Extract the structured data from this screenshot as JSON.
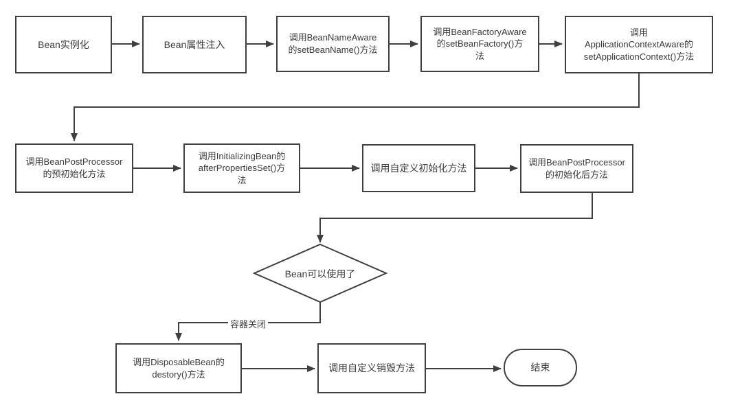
{
  "diagram": {
    "type": "flowchart",
    "topic": "Spring Bean lifecycle",
    "nodes": {
      "bean_instantiate": {
        "label": "Bean实例化",
        "shape": "rect"
      },
      "bean_property_inject": {
        "label": "Bean属性注入",
        "shape": "rect"
      },
      "bean_name_aware": {
        "label": "调用BeanNameAware\n的setBeanName()方法",
        "shape": "rect"
      },
      "bean_factory_aware": {
        "label": "调用BeanFactoryAware\n的setBeanFactory()方\n法",
        "shape": "rect"
      },
      "application_context_aware": {
        "label": "调用\nApplicationContextAware的\nsetApplicationContext()方法",
        "shape": "rect"
      },
      "post_processor_pre_init": {
        "label": "调用BeanPostProcessor\n的预初始化方法",
        "shape": "rect"
      },
      "initializing_bean": {
        "label": "调用InitializingBean的\nafterPropertiesSet()方\n法",
        "shape": "rect"
      },
      "custom_init": {
        "label": "调用自定义初始化方法",
        "shape": "rect"
      },
      "post_processor_post_init": {
        "label": "调用BeanPostProcessor\n的初始化后方法",
        "shape": "rect"
      },
      "bean_ready_decision": {
        "label": "Bean可以使用了",
        "shape": "diamond"
      },
      "disposable_bean": {
        "label": "调用DisposableBean的\ndestory()方法",
        "shape": "rect"
      },
      "custom_destroy": {
        "label": "调用自定义销毁方法",
        "shape": "rect"
      },
      "end": {
        "label": "结束",
        "shape": "terminator"
      }
    },
    "edge_labels": {
      "container_close": "容器关闭"
    },
    "colors": {
      "line": "#3f3f3f",
      "box_border": "#404040",
      "box_fill": "#ffffff",
      "text": "#3a3a3a",
      "background": "#ffffff"
    }
  }
}
